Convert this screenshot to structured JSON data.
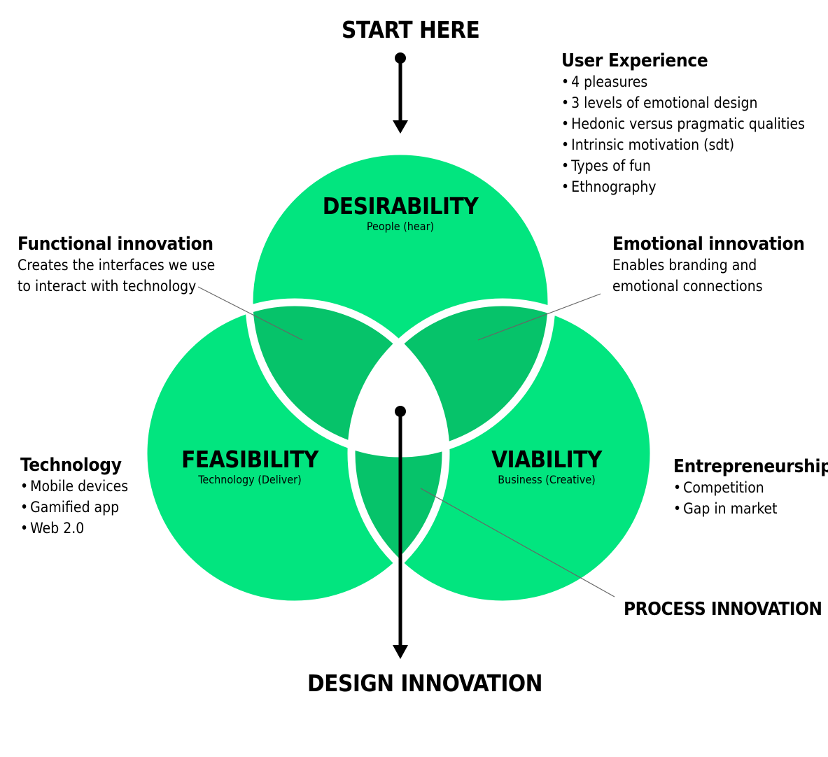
{
  "flow": {
    "start": "START HERE",
    "end": "DESIGN INNOVATION"
  },
  "circles": [
    {
      "key": "desirability",
      "title": "DESIRABILITY",
      "subtitle": "People (hear)"
    },
    {
      "key": "feasibility",
      "title": "FEASIBILITY",
      "subtitle": "Technology (Deliver)"
    },
    {
      "key": "viability",
      "title": "VIABILITY",
      "subtitle": "Business (Creative)"
    }
  ],
  "user_experience": {
    "title": "User Experience",
    "items": [
      "4 pleasures",
      "3 levels of emotional design",
      "Hedonic versus pragmatic qualities",
      "Intrinsic motivation (sdt)",
      "Types of fun",
      "Ethnography"
    ]
  },
  "functional_innovation": {
    "title": "Functional innovation",
    "lines": [
      "Creates the interfaces we use",
      "to interact with technology"
    ]
  },
  "emotional_innovation": {
    "title": "Emotional innovation",
    "lines": [
      "Enables branding and",
      "emotional connections"
    ]
  },
  "technology": {
    "title": "Technology",
    "items": [
      "Mobile devices",
      "Gamified app",
      "Web 2.0"
    ]
  },
  "entrepreneurship": {
    "title": "Entrepreneurship",
    "items": [
      "Competition",
      "Gap in market"
    ]
  },
  "process_innovation": "PROCESS INNOVATION",
  "colors": {
    "circle": "#02E57F",
    "overlap": "#06C36A",
    "outline": "#ffffff",
    "ink": "#000000",
    "leader": "#666666"
  }
}
